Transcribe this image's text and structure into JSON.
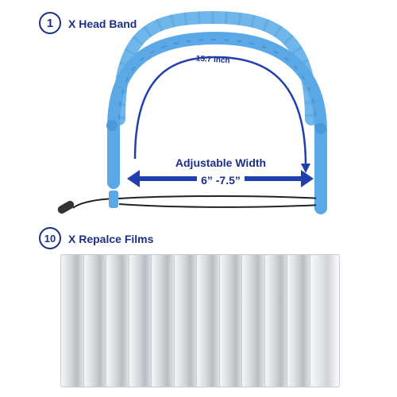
{
  "headband": {
    "count": "1",
    "title": "X Head Band",
    "length_label": "15.7 inch",
    "width_title": "Adjustable Width",
    "width_range": "6” -7.5”"
  },
  "films": {
    "count": "10",
    "title": "X Repalce Films",
    "items": [
      1,
      2,
      3,
      4,
      5,
      6,
      7,
      8,
      9,
      10,
      11,
      12
    ]
  },
  "colors": {
    "text": "#1c2f86",
    "band": "#5aa9e6",
    "arrow": "#1f3fae"
  }
}
